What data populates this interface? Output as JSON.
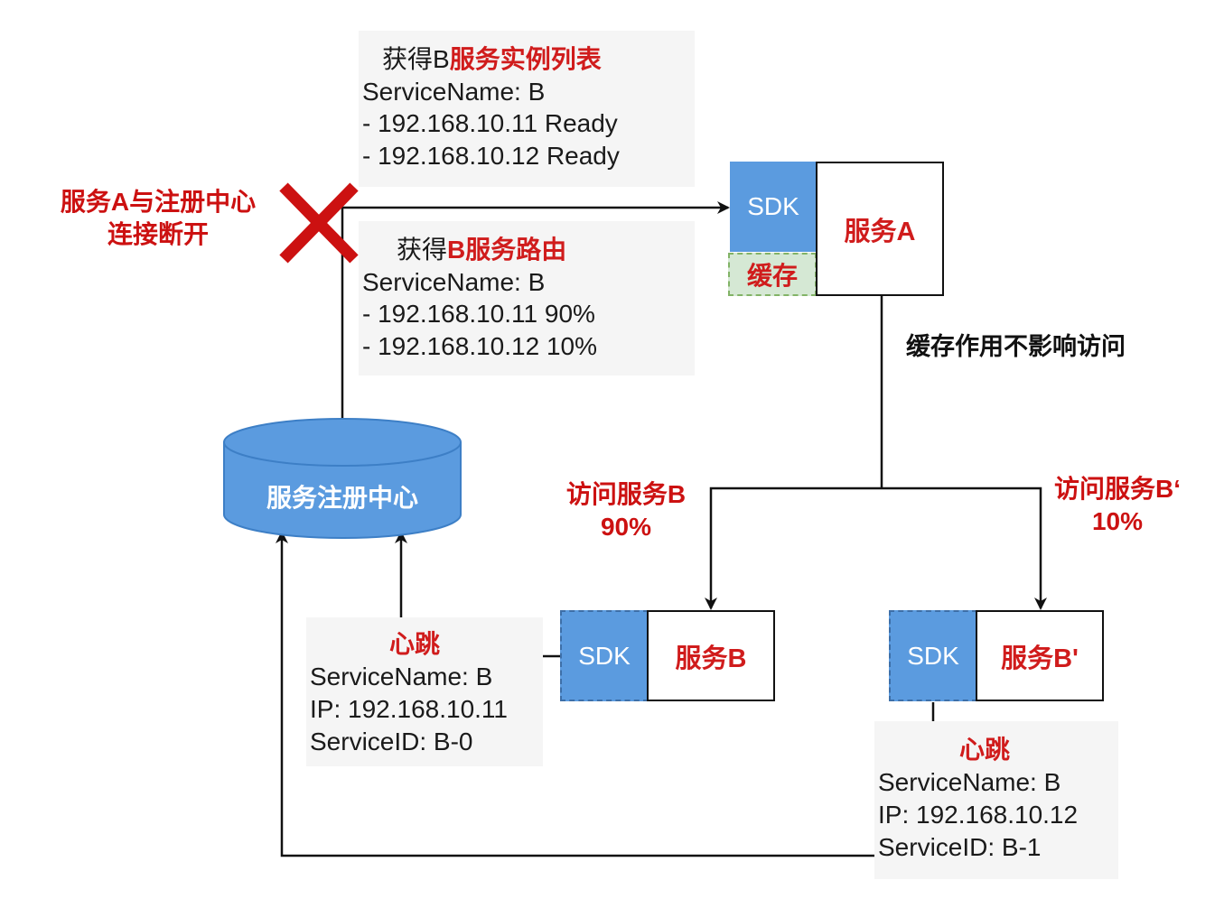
{
  "note_instances": {
    "title_plain": "获得B",
    "title_red": "服务实例列表",
    "line1": "ServiceName: B",
    "line2": "- 192.168.10.11 Ready",
    "line3": "- 192.168.10.12 Ready"
  },
  "note_routes": {
    "title_plain": "获得",
    "title_red": "B服务路由",
    "line1": "ServiceName: B",
    "line2": "- 192.168.10.11 90%",
    "line3": "- 192.168.10.12 10%"
  },
  "disconnect_label": {
    "line1": "服务A与注册中心",
    "line2": "连接断开"
  },
  "service_a": {
    "sdk": "SDK",
    "name": "服务A",
    "cache": "缓存"
  },
  "cache_note": "缓存作用不影响访问",
  "registry": "服务注册中心",
  "access_b": {
    "line1": "访问服务B",
    "line2": "90%"
  },
  "access_b2": {
    "line1": "访问服务B‘",
    "line2": "10%"
  },
  "service_b": {
    "sdk": "SDK",
    "name": "服务B"
  },
  "service_b2": {
    "sdk": "SDK",
    "name": "服务B'"
  },
  "heartbeat_b": {
    "title": "心跳",
    "line1": "ServiceName: B",
    "line2": "IP: 192.168.10.11",
    "line3": "ServiceID: B-0"
  },
  "heartbeat_b2": {
    "title": "心跳",
    "line1": "ServiceName: B",
    "line2": "IP: 192.168.10.12",
    "line3": "ServiceID: B-1"
  },
  "colors": {
    "sdk_blue": "#5b9bdf",
    "accent_red": "#d01c1c",
    "cache_green": "#d5e8d4",
    "note_gray": "#f5f5f5"
  }
}
